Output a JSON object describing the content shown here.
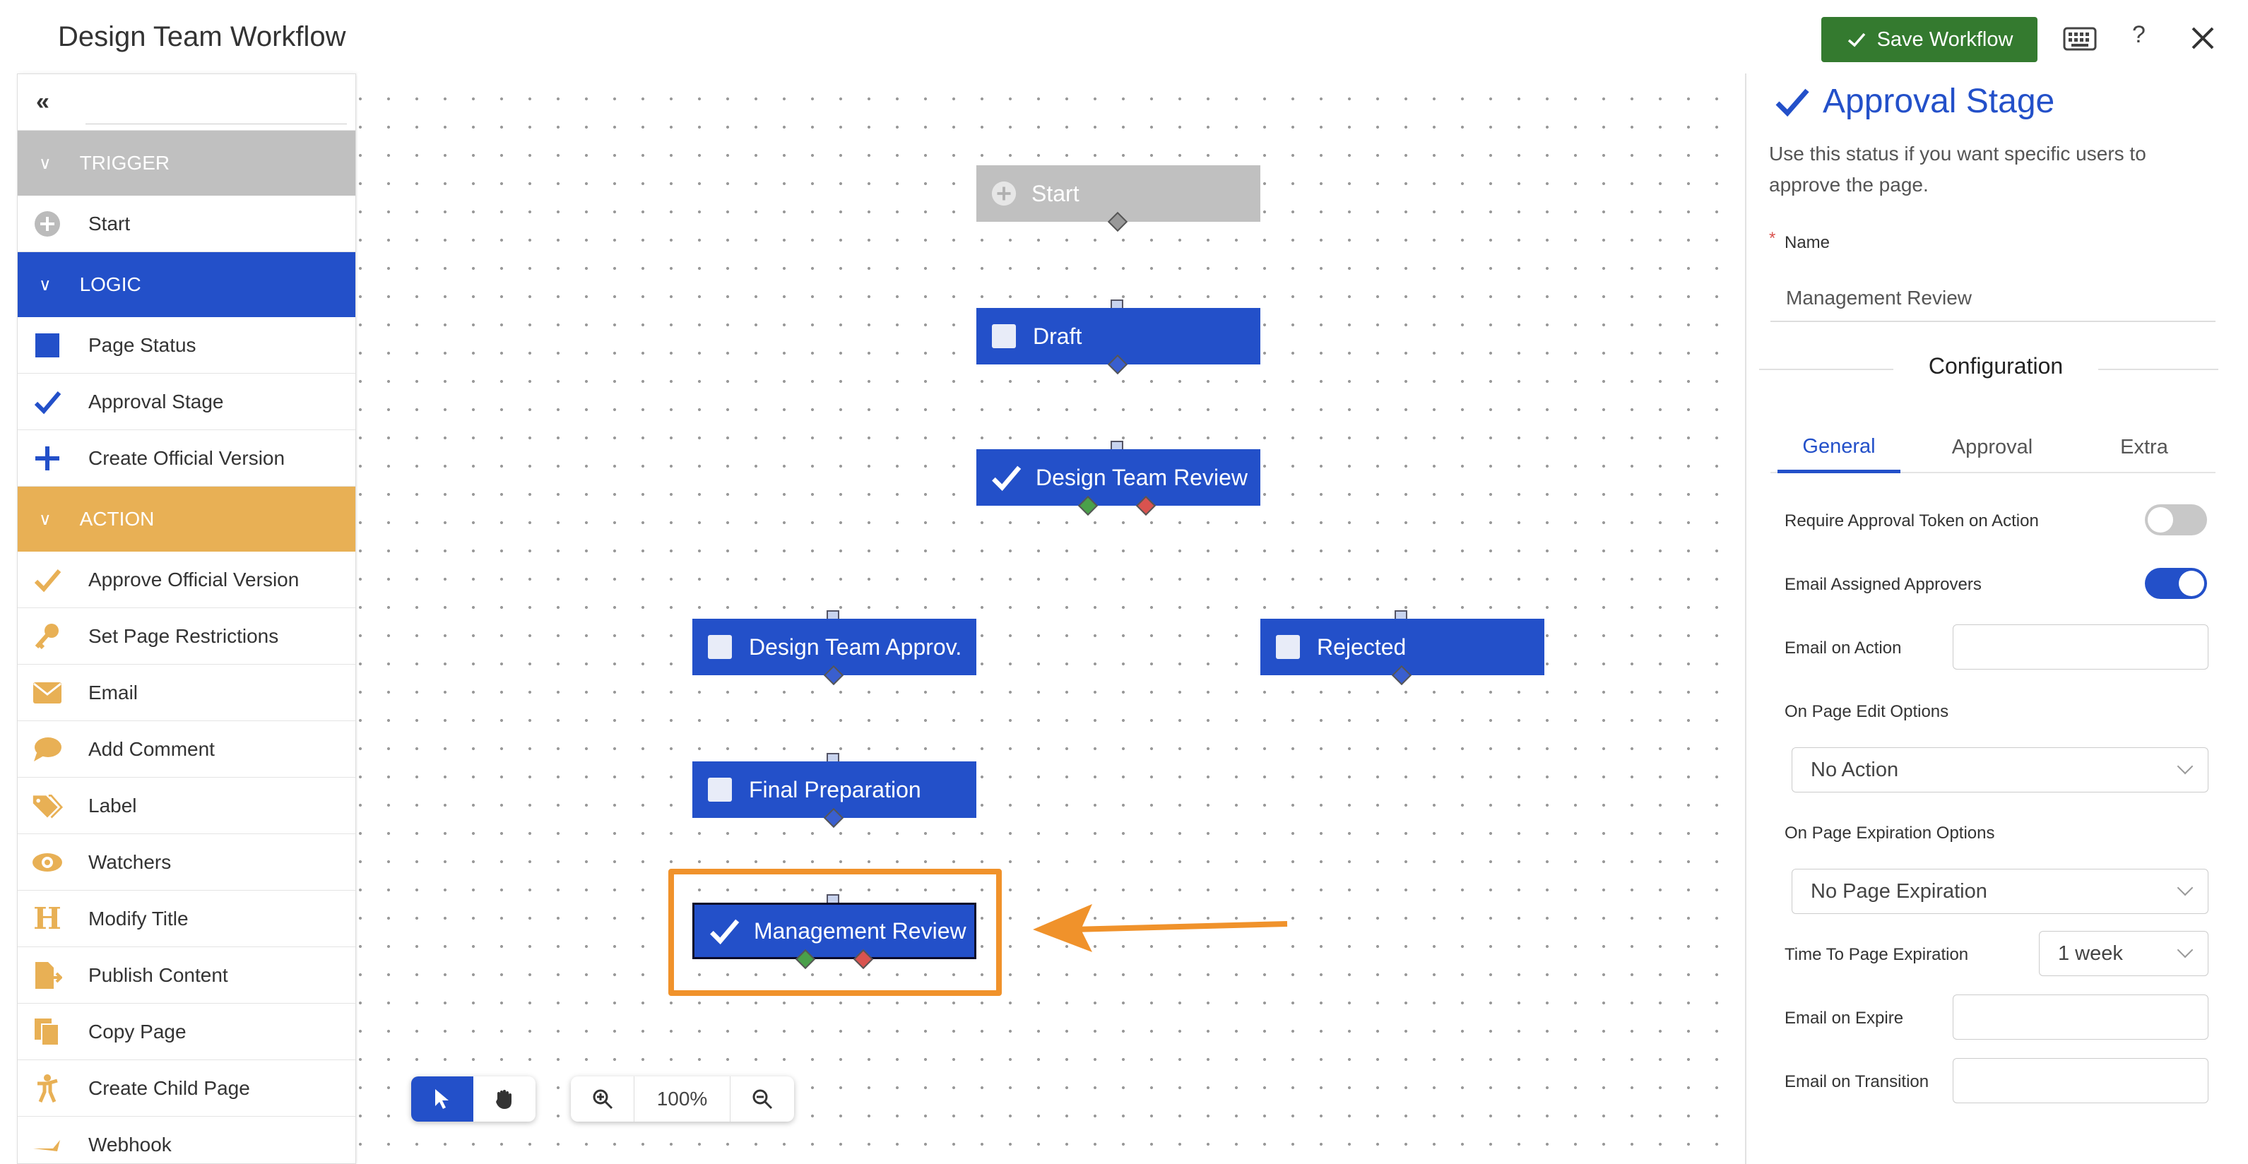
{
  "header": {
    "title": "Design Team Workflow",
    "save_label": "Save Workflow",
    "help_label": "?"
  },
  "sidebar": {
    "categories": {
      "trigger": "TRIGGER",
      "logic": "LOGIC",
      "action": "ACTION"
    },
    "trigger_items": [
      {
        "label": "Start",
        "icon": "plus-circle-icon"
      }
    ],
    "logic_items": [
      {
        "label": "Page Status",
        "icon": "square-icon"
      },
      {
        "label": "Approval Stage",
        "icon": "checkmark-icon"
      },
      {
        "label": "Create Official Version",
        "icon": "plus-icon"
      }
    ],
    "action_items": [
      {
        "label": "Approve Official Version",
        "icon": "checkmark-icon"
      },
      {
        "label": "Set Page Restrictions",
        "icon": "key-icon"
      },
      {
        "label": "Email",
        "icon": "envelope-icon"
      },
      {
        "label": "Add Comment",
        "icon": "speech-bubble-icon"
      },
      {
        "label": "Label",
        "icon": "tags-icon"
      },
      {
        "label": "Watchers",
        "icon": "eye-icon"
      },
      {
        "label": "Modify Title",
        "icon": "heading-icon"
      },
      {
        "label": "Publish Content",
        "icon": "publish-icon"
      },
      {
        "label": "Copy Page",
        "icon": "copy-icon"
      },
      {
        "label": "Create Child Page",
        "icon": "person-icon"
      },
      {
        "label": "Webhook",
        "icon": "webhook-icon"
      }
    ],
    "colors": {
      "trigger": "#c0c0c0",
      "logic": "#2350c9",
      "action": "#e8b055"
    }
  },
  "canvas": {
    "nodes": {
      "start": "Start",
      "draft": "Draft",
      "design_team_review": "Design Team Review",
      "design_team_approved": "Design Team Approv.",
      "rejected": "Rejected",
      "final_preparation": "Final Preparation",
      "management_review": "Management Review"
    },
    "zoom": "100%",
    "highlight_color": "#f0922b"
  },
  "panel": {
    "title": "Approval Stage",
    "description": "Use this status if you want specific users to approve the page.",
    "name_label": "Name",
    "name_required": "*",
    "name_value": "Management Review",
    "section_title": "Configuration",
    "tabs": {
      "general": "General",
      "approval": "Approval",
      "extra": "Extra"
    },
    "active_tab": "General",
    "fields": {
      "require_token": {
        "label": "Require Approval Token on Action",
        "on": false
      },
      "email_approvers": {
        "label": "Email Assigned Approvers",
        "on": true
      },
      "email_on_action": {
        "label": "Email on Action",
        "value": ""
      },
      "page_edit_label": "On Page Edit Options",
      "page_edit_value": "No Action",
      "page_exp_label": "On Page Expiration Options",
      "page_exp_value": "No Page Expiration",
      "time_exp_label": "Time To Page Expiration",
      "time_exp_value": "1 week",
      "email_on_expire": "Email on Expire",
      "email_on_transition": "Email on Transition"
    }
  }
}
